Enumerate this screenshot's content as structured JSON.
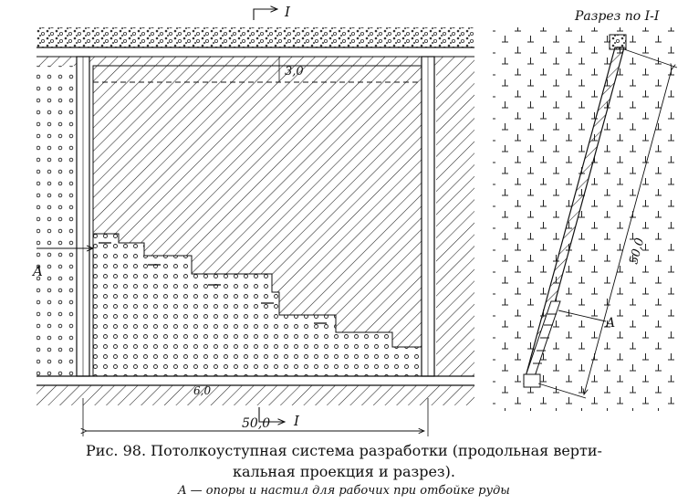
{
  "labels": {
    "section_top": "I",
    "section_bottom": "I",
    "dim_top": "3,0",
    "dim_step": "6,0",
    "dim_width": "50,0",
    "dim_incline": "50,0",
    "support_left": "A",
    "support_right": "A",
    "section_title": "Разрез по I-I"
  },
  "caption": {
    "line1": "Рис. 98. Потолкоуступная система разработки (продольная верти-",
    "line2": "кальная проекция и разрез).",
    "line3": "A — опоры и настил для рабочих при отбойке руды"
  }
}
